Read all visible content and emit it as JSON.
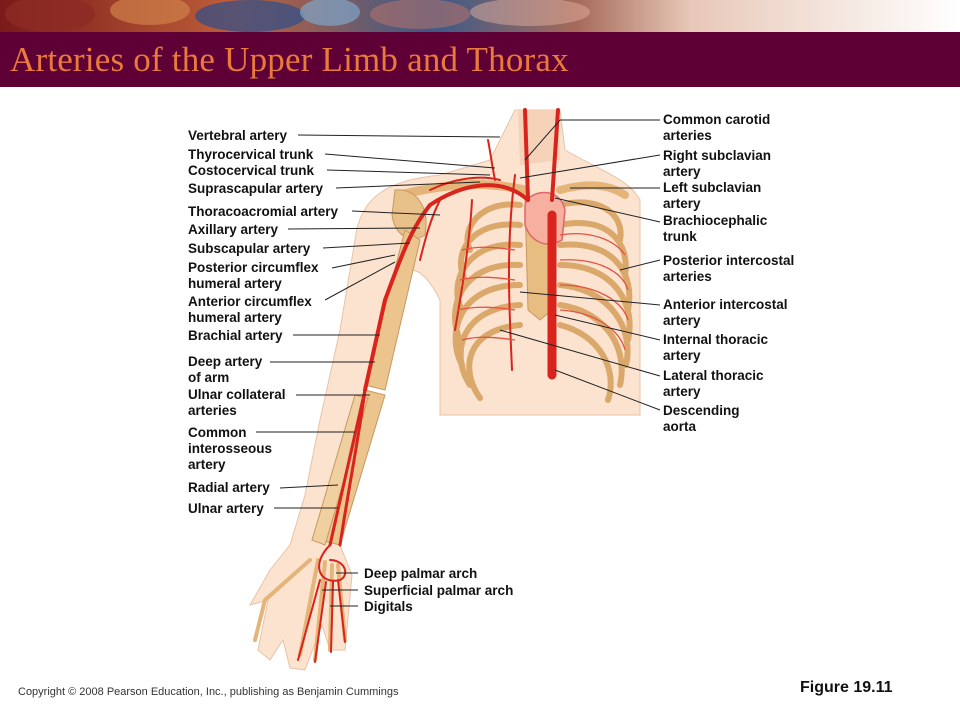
{
  "slide": {
    "title": "Arteries of the Upper Limb and Thorax",
    "copyright": "Copyright © 2008 Pearson Education, Inc., publishing as Benjamin Cummings",
    "figure_number": "Figure 19.11"
  },
  "labels_left": [
    {
      "id": "vertebral",
      "lines": [
        "Vertebral artery"
      ]
    },
    {
      "id": "thyrocervical",
      "lines": [
        "Thyrocervical trunk"
      ]
    },
    {
      "id": "costocervical",
      "lines": [
        "Costocervical trunk"
      ]
    },
    {
      "id": "suprascapular",
      "lines": [
        "Suprascapular artery"
      ]
    },
    {
      "id": "thoracoacromial",
      "lines": [
        "Thoracoacromial artery"
      ]
    },
    {
      "id": "axillary",
      "lines": [
        "Axillary artery"
      ]
    },
    {
      "id": "subscapular",
      "lines": [
        "Subscapular artery"
      ]
    },
    {
      "id": "post-circumflex",
      "lines": [
        "Posterior circumflex",
        "humeral artery"
      ]
    },
    {
      "id": "ant-circumflex",
      "lines": [
        "Anterior circumflex",
        "humeral artery"
      ]
    },
    {
      "id": "brachial",
      "lines": [
        "Brachial artery"
      ]
    },
    {
      "id": "deep-arm",
      "lines": [
        "Deep artery",
        "of arm"
      ]
    },
    {
      "id": "ulnar-collateral",
      "lines": [
        "Ulnar collateral",
        "arteries"
      ]
    },
    {
      "id": "common-interosseous",
      "lines": [
        "Common",
        "interosseous",
        "artery"
      ]
    },
    {
      "id": "radial",
      "lines": [
        "Radial artery"
      ]
    },
    {
      "id": "ulnar",
      "lines": [
        "Ulnar artery"
      ]
    }
  ],
  "labels_right": [
    {
      "id": "common-carotid",
      "lines": [
        "Common carotid",
        "arteries"
      ]
    },
    {
      "id": "right-subclavian",
      "lines": [
        "Right subclavian",
        "artery"
      ]
    },
    {
      "id": "left-subclavian",
      "lines": [
        "Left subclavian",
        "artery"
      ]
    },
    {
      "id": "brachiocephalic",
      "lines": [
        "Brachiocephalic",
        "trunk"
      ]
    },
    {
      "id": "posterior-intercostal",
      "lines": [
        "Posterior intercostal",
        "arteries"
      ]
    },
    {
      "id": "anterior-intercostal",
      "lines": [
        "Anterior intercostal",
        "artery"
      ]
    },
    {
      "id": "internal-thoracic",
      "lines": [
        "Internal thoracic",
        "artery"
      ]
    },
    {
      "id": "lateral-thoracic",
      "lines": [
        "Lateral thoracic",
        "artery"
      ]
    },
    {
      "id": "descending-aorta",
      "lines": [
        "Descending",
        "aorta"
      ]
    }
  ],
  "labels_hand": [
    {
      "id": "deep-palmar",
      "lines": [
        "Deep palmar arch"
      ]
    },
    {
      "id": "superficial-palmar",
      "lines": [
        "Superficial palmar arch"
      ]
    },
    {
      "id": "digitals",
      "lines": [
        "Digitals"
      ]
    }
  ]
}
